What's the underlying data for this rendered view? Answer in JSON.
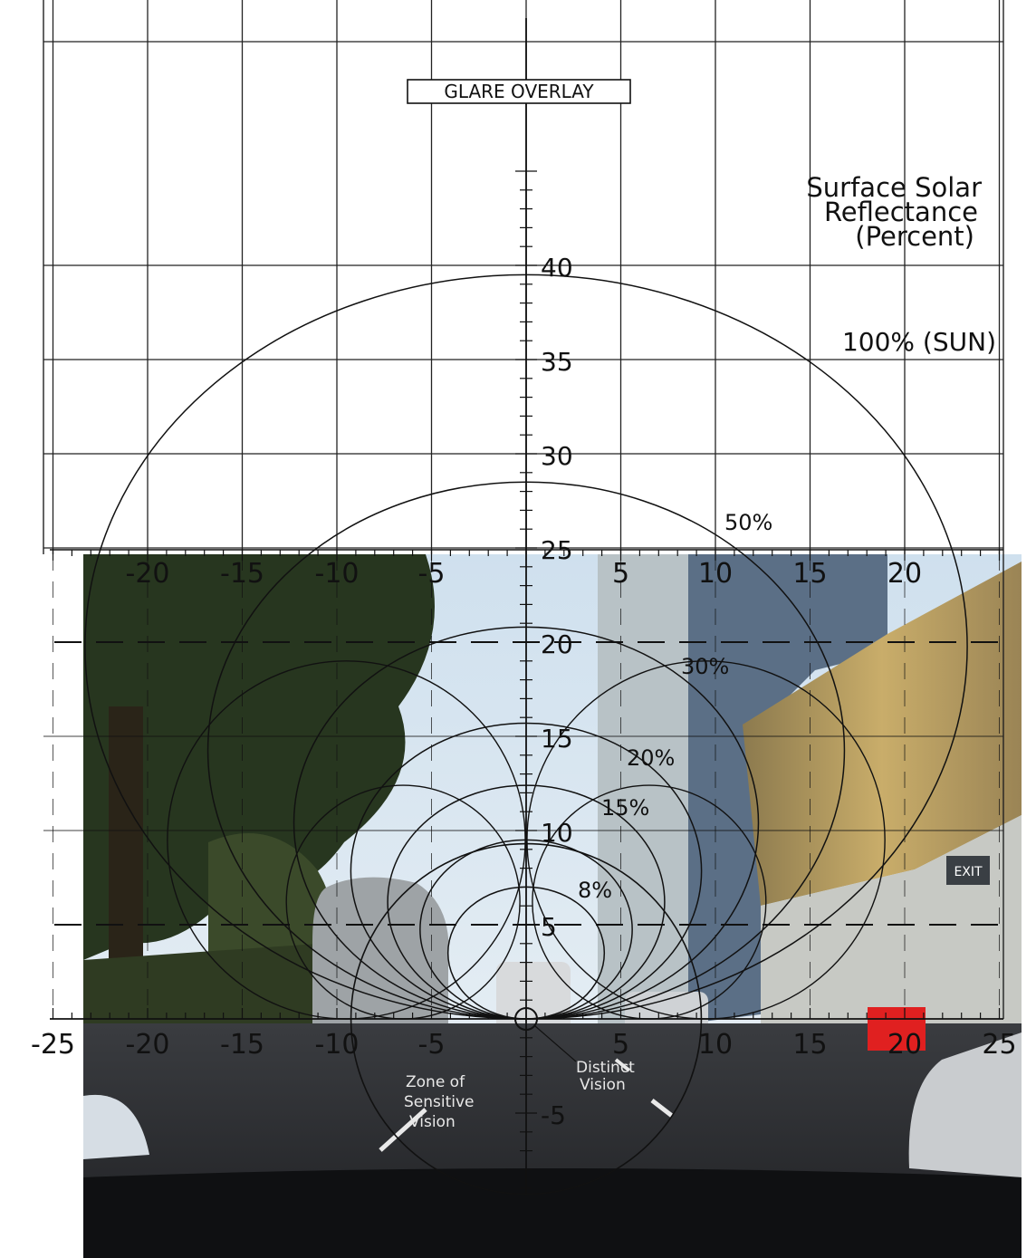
{
  "title": "GLARE OVERLAY",
  "reflectance_heading": [
    "Surface Solar",
    "Reflectance",
    "(Percent)"
  ],
  "curve_labels": [
    "100% (SUN)",
    "50%",
    "30%",
    "20%",
    "15%",
    "8%"
  ],
  "zones": {
    "distinct": [
      "Distinct",
      "Vision"
    ],
    "sensitive": [
      "Zone of",
      "Sensitive",
      "Vision"
    ]
  },
  "sign_text": "EXIT",
  "x_ticks_bottom": [
    "-25",
    "-20",
    "-15",
    "-10",
    "-5",
    "5",
    "10",
    "15",
    "20",
    "25"
  ],
  "x_ticks_top": [
    "-20",
    "-15",
    "-10",
    "-5",
    "5",
    "10",
    "15",
    "20"
  ],
  "y_ticks": [
    "40",
    "35",
    "30",
    "25",
    "20",
    "15",
    "10",
    "5",
    "-5"
  ],
  "colors": {
    "sky": "#dfe9f1",
    "road": "#2a2c2f",
    "tree": "#233018",
    "building": "#b79d5f",
    "sign_red": "#e02020"
  }
}
